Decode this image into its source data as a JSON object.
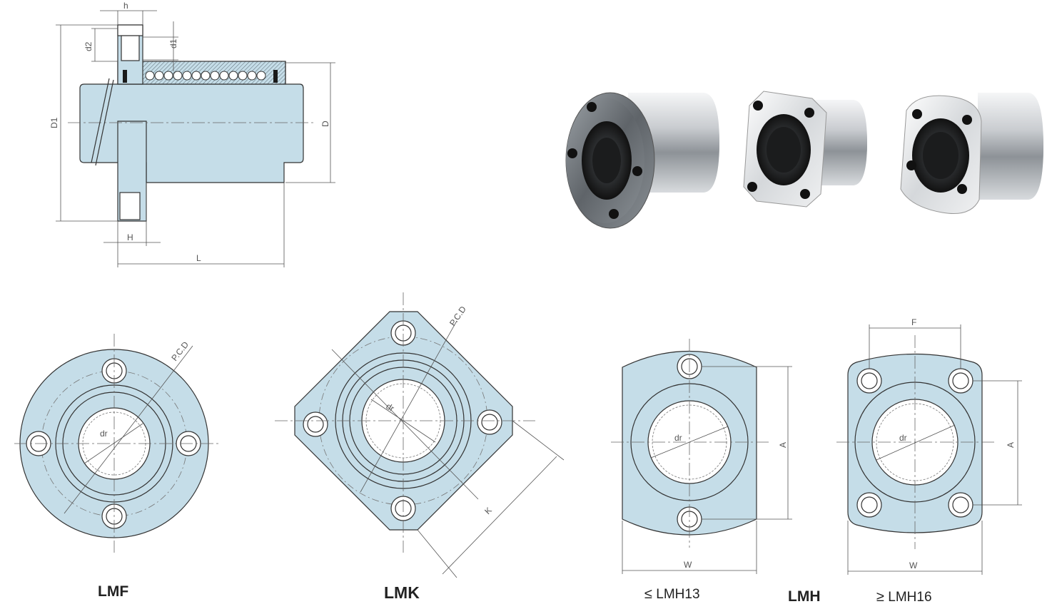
{
  "colors": {
    "body_fill": "#c5dde8",
    "line": "#333333",
    "dim": "#555555",
    "bore": "#ffffff",
    "seal": "#1a1a1a",
    "metal_dark": "#6f7478",
    "metal_light": "#e8eaec"
  },
  "section_view": {
    "labels": {
      "h": "h",
      "H": "H",
      "L": "L",
      "D1": "D1",
      "D": "D",
      "d1": "d1",
      "d2": "d2"
    }
  },
  "views": {
    "lmf": {
      "caption": "LMF",
      "pcd": "P.C.D",
      "dr": "dr"
    },
    "lmk": {
      "caption": "LMK",
      "pcd": "P.C.D",
      "dr": "dr",
      "k": "K"
    },
    "lmh_small": {
      "dr": "dr",
      "a": "A",
      "w": "W",
      "sub": "LMH13",
      "sym": "≤"
    },
    "lmh_large": {
      "dr": "dr",
      "a": "A",
      "w": "W",
      "f": "F",
      "sub": "LMH16",
      "sym": "≥"
    },
    "lmh_caption": "LMH"
  },
  "photo_icons": [
    "round-flange-bearing-icon",
    "square-flange-bearing-icon",
    "oval-flange-bearing-icon"
  ]
}
